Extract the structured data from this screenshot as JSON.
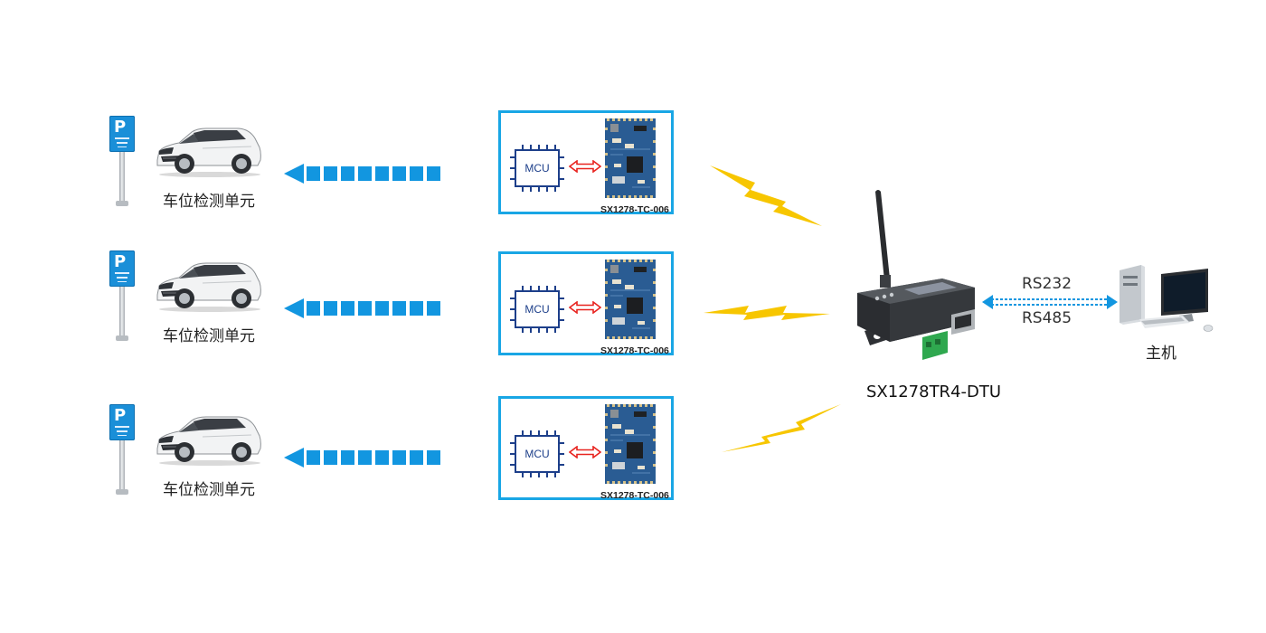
{
  "units": [
    {
      "label": "车位检测单元",
      "module_label": "SX1278-TC-006",
      "mcu_label": "MCU",
      "sign_letter": "P"
    },
    {
      "label": "车位检测单元",
      "module_label": "SX1278-TC-006",
      "mcu_label": "MCU",
      "sign_letter": "P"
    },
    {
      "label": "车位检测单元",
      "module_label": "SX1278-TC-006",
      "mcu_label": "MCU",
      "sign_letter": "P"
    }
  ],
  "gateway": {
    "label": "SX1278TR4-DTU"
  },
  "interfaces": {
    "top": "RS232",
    "bottom": "RS485"
  },
  "host": {
    "label": "主机"
  },
  "colors": {
    "accent": "#19a6e5",
    "arrow": "#1296e0",
    "bidirectional_arrow": "#e8231f",
    "lightning": "#f7c600",
    "sign": "#1a8fd8"
  }
}
